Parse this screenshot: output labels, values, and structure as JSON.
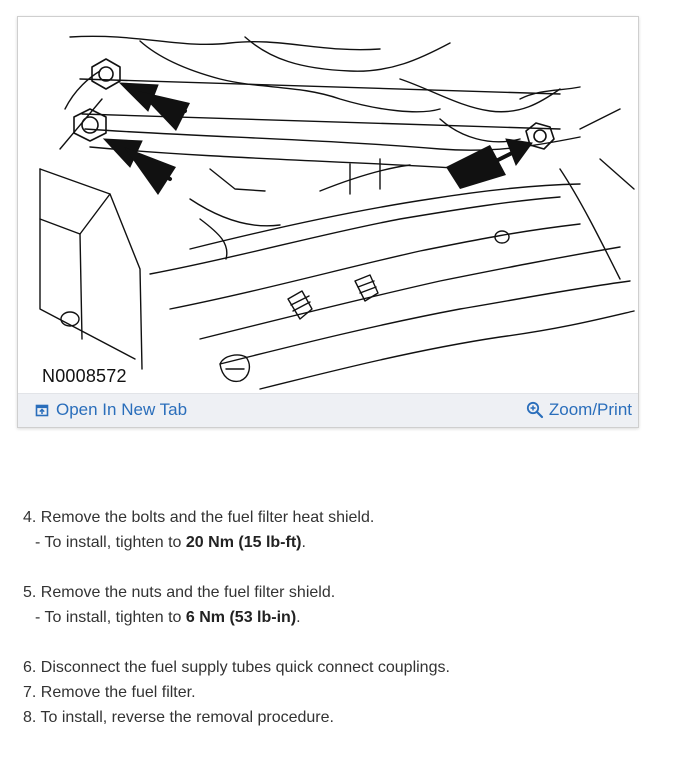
{
  "figure": {
    "code": "N0008572",
    "open_tab_label": "Open In New Tab",
    "zoom_label": "Zoom/Print",
    "open_tab_icon": "open-in-new-tab-icon",
    "zoom_icon": "magnifier-zoom-icon"
  },
  "steps": [
    {
      "text": "4. Remove the bolts and the fuel filter heat shield.",
      "sub": {
        "prefix": "-  To install, tighten to ",
        "value": "20 Nm (15 lb-ft)",
        "suffix": "."
      }
    },
    {
      "text": "5. Remove the nuts and the fuel filter shield.",
      "sub": {
        "prefix": "-  To install, tighten to ",
        "value": "6 Nm (53 lb-in)",
        "suffix": "."
      }
    },
    {
      "text": "6. Disconnect the fuel supply tubes quick connect couplings."
    },
    {
      "text": "7. Remove the fuel filter."
    },
    {
      "text": "8. To install, reverse the removal procedure."
    }
  ],
  "colors": {
    "link": "#2a6ebb",
    "toolbar_bg": "#eef0f4",
    "text": "#333333"
  }
}
